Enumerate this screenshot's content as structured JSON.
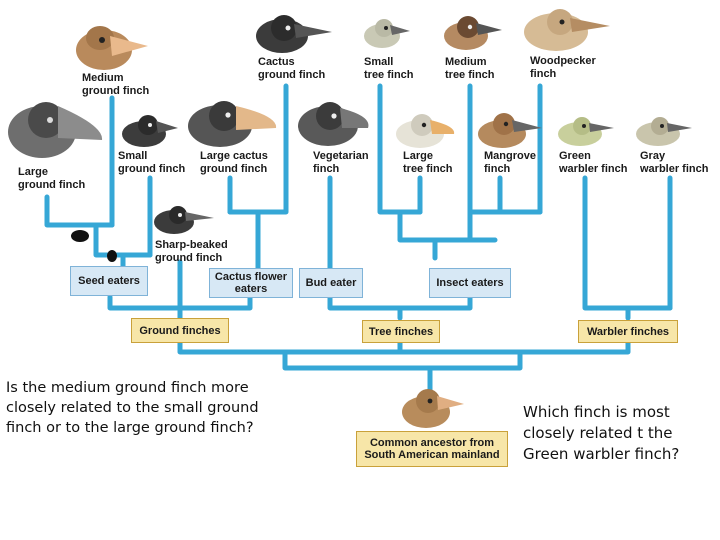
{
  "finches": {
    "medium_ground": "Medium\nground finch",
    "cactus": "Cactus\nground finch",
    "small_tree": "Small\ntree finch",
    "medium_tree": "Medium\ntree finch",
    "woodpecker": "Woodpecker\nfinch",
    "large_ground": "Large\nground finch",
    "small_ground": "Small\nground finch",
    "large_cactus": "Large cactus\nground finch",
    "vegetarian": "Vegetarian\nfinch",
    "large_tree": "Large\ntree finch",
    "mangrove": "Mangrove\nfinch",
    "green_warbler": "Green\nwarbler finch",
    "gray_warbler": "Gray\nwarbler finch",
    "sharp_beaked": "Sharp-beaked\nground finch"
  },
  "diet_groups": {
    "seed": "Seed eaters",
    "cactus_flower": "Cactus flower\neaters",
    "bud": "Bud eater",
    "insect": "Insect eaters"
  },
  "lineages": {
    "ground": "Ground finches",
    "tree": "Tree finches",
    "warbler": "Warbler finches"
  },
  "ancestor": "Common ancestor from\nSouth American mainland",
  "questions": {
    "left": "Is the medium ground finch more\nclosely related to the small ground\nfinch or to the large ground finch?",
    "right": "Which finch is most\nclosely related t the\nGreen warbler finch?"
  },
  "colors": {
    "branch": "#36a7d6",
    "diet_box": "#d7e8f5",
    "lineage_box": "#f7e6a8"
  }
}
